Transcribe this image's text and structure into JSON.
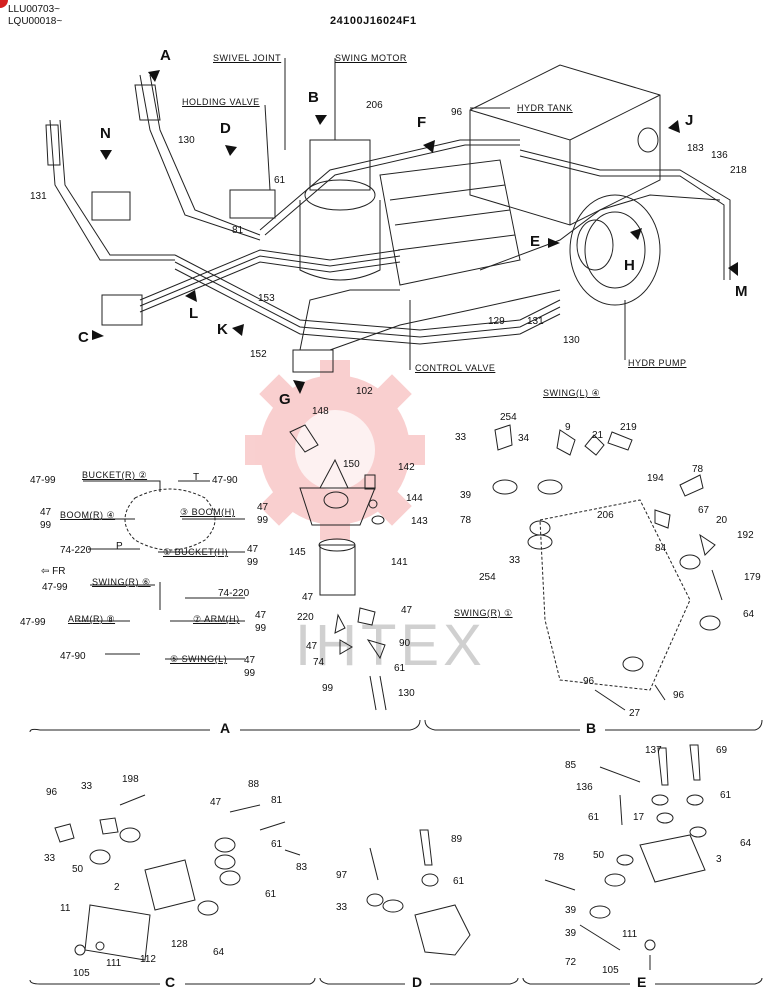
{
  "header": {
    "serial_1": "LLU00703~",
    "serial_2": "LQU00018~",
    "part_code": "24100J16024F1"
  },
  "watermark": "IHTEX",
  "callouts": [
    "A",
    "B",
    "C",
    "D",
    "E",
    "F",
    "G",
    "H",
    "J",
    "K",
    "L",
    "M",
    "N"
  ],
  "component_labels": {
    "swivel_joint": "SWIVEL JOINT",
    "swing_motor": "SWING MOTOR",
    "holding_valve": "HOLDING VALVE",
    "hydr_tank": "HYDR TANK",
    "control_valve": "CONTROL VALVE",
    "hydr_pump": "HYDR PUMP",
    "fr": "FR"
  },
  "main_numbers": {
    "n206": "206",
    "n96": "96",
    "n183": "183",
    "n136": "136",
    "n218": "218",
    "n130a": "130",
    "n131a": "131",
    "n61": "61",
    "n81": "81",
    "n153": "153",
    "n152": "152",
    "n102": "102",
    "n129": "129",
    "n131b": "131",
    "n130b": "130"
  },
  "section_a": {
    "port_labels": {
      "bucket_r": "BUCKET(R) ②",
      "boom_r": "BOOM(R) ④",
      "boom_h": "③ BOOM(H)",
      "p": "P",
      "t": "T",
      "bucket_h": "① BUCKET(H)",
      "swing_r": "SWING(R) ⑥",
      "arm_r": "ARM(R) ⑧",
      "arm_h": "⑦ ARM(H)",
      "swing_l": "⑤ SWING(L)"
    },
    "numbers": {
      "a1": "47-99",
      "a2": "47-90",
      "a3": "47",
      "a4": "99",
      "a5": "47",
      "a6": "99",
      "a7": "74-220",
      "a8": "47",
      "a9": "99",
      "a10": "47-99",
      "a11": "74-220",
      "a12": "47-99",
      "a13": "47",
      "a14": "99",
      "a15": "47-90",
      "a16": "47",
      "a17": "99",
      "p148": "148",
      "p150": "150",
      "p142": "142",
      "p144": "144",
      "p143": "143",
      "p145": "145",
      "p141": "141",
      "p47a": "47",
      "p220": "220",
      "p47b": "47",
      "p47c": "47",
      "p74": "74",
      "p90": "90",
      "p61": "61",
      "p99": "99",
      "p130": "130"
    }
  },
  "section_b": {
    "numbers": {
      "b254a": "254",
      "b33a": "33",
      "b9": "9",
      "b21": "21",
      "b219": "219",
      "b34": "34",
      "b39": "39",
      "b78a": "78",
      "b33b": "33",
      "b254b": "254",
      "b194": "194",
      "b78b": "78",
      "b67": "67",
      "b20": "20",
      "b206": "206",
      "b84": "84",
      "b192": "192",
      "b179": "179",
      "b64": "64",
      "b96a": "96",
      "b96b": "96",
      "b27": "27"
    },
    "ports": {
      "swing_l": "SWING(L) ④",
      "swing_r": "SWING(R) ①"
    }
  },
  "section_c": {
    "numbers": {
      "c96": "96",
      "c33a": "33",
      "c198": "198",
      "c33b": "33",
      "c50": "50",
      "c47": "47",
      "c88": "88",
      "c81": "81",
      "c61a": "61",
      "c83": "83",
      "c61b": "61",
      "c2": "2",
      "c11": "11",
      "c128": "128",
      "c105": "105",
      "c111": "111",
      "c112": "112",
      "c64": "64"
    }
  },
  "section_d": {
    "numbers": {
      "d89": "89",
      "d97": "97",
      "d61": "61",
      "d33": "33"
    }
  },
  "section_e": {
    "numbers": {
      "e137": "137",
      "e69": "69",
      "e85": "85",
      "e136": "136",
      "e61a": "61",
      "e17": "17",
      "e61b": "61",
      "e64": "64",
      "e78": "78",
      "e50": "50",
      "e3": "3",
      "e39a": "39",
      "e39b": "39",
      "e111": "111",
      "e72": "72",
      "e105": "105"
    }
  },
  "section_labels": {
    "a": "A",
    "b": "B",
    "c": "C",
    "d": "D",
    "e": "E"
  }
}
